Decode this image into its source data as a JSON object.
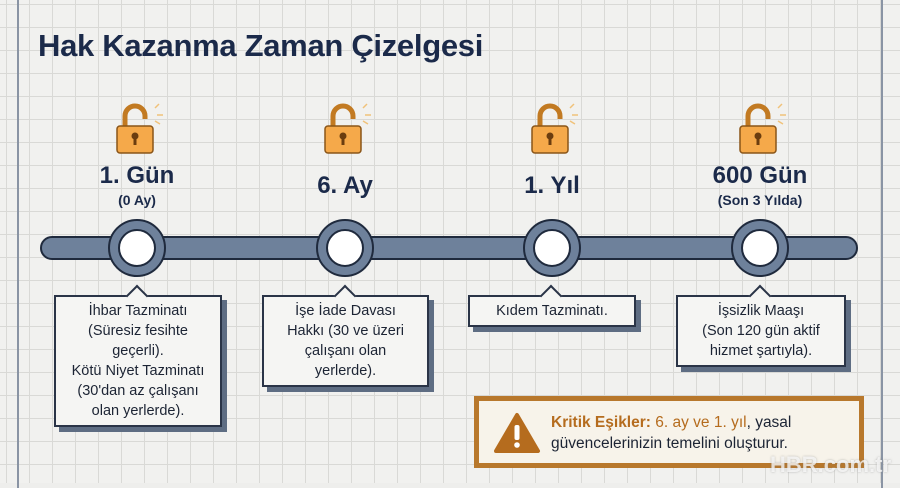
{
  "title": "Hak Kazanma Zaman Çizelgesi",
  "colors": {
    "navy": "#1b2a4a",
    "bar": "#6e819b",
    "lock": "#f5a94a",
    "accent": "#b8782c"
  },
  "milestones": [
    {
      "label": "1. Gün",
      "sub": "(0 Ay)",
      "icon": "unlocked-padlock-icon",
      "box": [
        "İhbar Tazminatı",
        "(Süresiz fesihte",
        "geçerli).",
        "Kötü Niyet Tazminatı",
        "(30'dan az çalışanı",
        "olan yerlerde)."
      ]
    },
    {
      "label": "6. Ay",
      "sub": "",
      "icon": "unlocked-padlock-icon",
      "box": [
        "İşe İade Davası",
        "Hakkı (30 ve üzeri",
        "çalışanı olan",
        "yerlerde)."
      ]
    },
    {
      "label": "1. Yıl",
      "sub": "",
      "icon": "unlocked-padlock-icon",
      "box": [
        "Kıdem Tazminatı."
      ]
    },
    {
      "label": "600 Gün",
      "sub": "(Son 3 Yılda)",
      "icon": "unlocked-padlock-icon",
      "box": [
        "İşsizlik Maaşı",
        "(Son 120 gün aktif",
        "hizmet şartıyla)."
      ]
    }
  ],
  "alert": {
    "icon": "warning-triangle-icon",
    "label": "Kritik Eşikler:",
    "highlight": " 6. ay ve 1. yıl",
    "rest1": ", yasal",
    "rest2": "güvencelerinizin temelini oluşturur."
  },
  "watermark": "HBR.com.tr"
}
